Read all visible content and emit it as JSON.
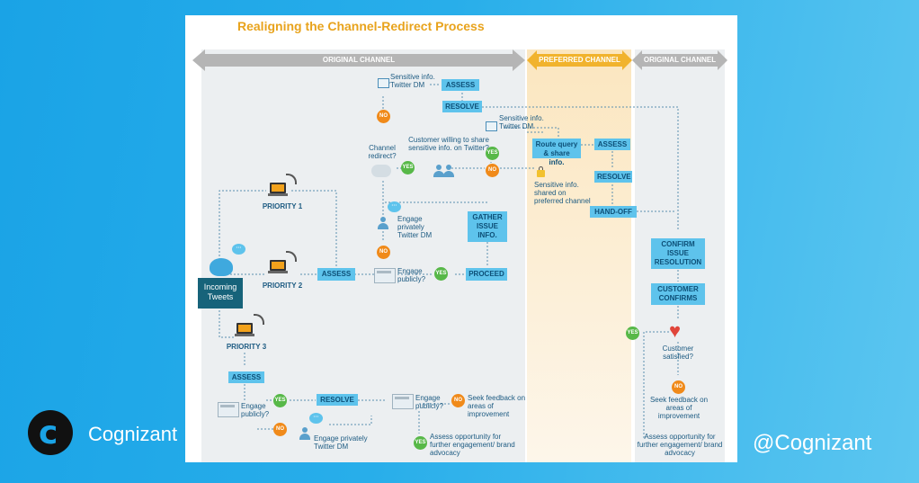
{
  "title": "Realigning the Channel-Redirect Process",
  "bands": {
    "original_left": "ORIGINAL CHANNEL",
    "preferred": "PREFERRED CHANNEL",
    "original_right": "ORIGINAL CHANNEL"
  },
  "incoming": "Incoming Tweets",
  "priority": {
    "p1": "PRIORITY 1",
    "p2": "PRIORITY 2",
    "p3": "PRIORITY 3"
  },
  "yes": "YES",
  "no": "NO",
  "nodes": {
    "assess": "ASSESS",
    "resolve": "RESOLVE",
    "proceed": "PROCEED",
    "gather": "GATHER ISSUE INFO.",
    "route": "Route query & share info.",
    "handoff": "HAND-OFF",
    "confirm": "CONFIRM ISSUE RESOLUTION",
    "customer_confirms": "CUSTOMER CONFIRMS"
  },
  "labels": {
    "sensitive_dm": "Sensitive info. Twitter DM",
    "channel_redirect": "Channel redirect?",
    "customer_willing": "Customer willing to share sensitive info. on Twitter?",
    "engage_private": "Engage privately Twitter DM",
    "engage_public": "Engage publicly?",
    "sensitive_shared": "Sensitive info. shared on preferred channel",
    "customer_satisfied": "Customer satisfied?",
    "seek_feedback": "Seek feedback on areas of improvement",
    "assess_opportunity": "Assess opportunity for further engagement/ brand advocacy"
  },
  "icons": {
    "bird": "twitter-bird-icon",
    "heart": "heart-icon",
    "cloud": "cloud-icon"
  },
  "brand": {
    "name": "Cognizant",
    "handle": "@Cognizant"
  },
  "colors": {
    "accent_blue": "#5ec3ec",
    "orange": "#f08a1a",
    "green": "#57b848",
    "title": "#e8a31c"
  }
}
